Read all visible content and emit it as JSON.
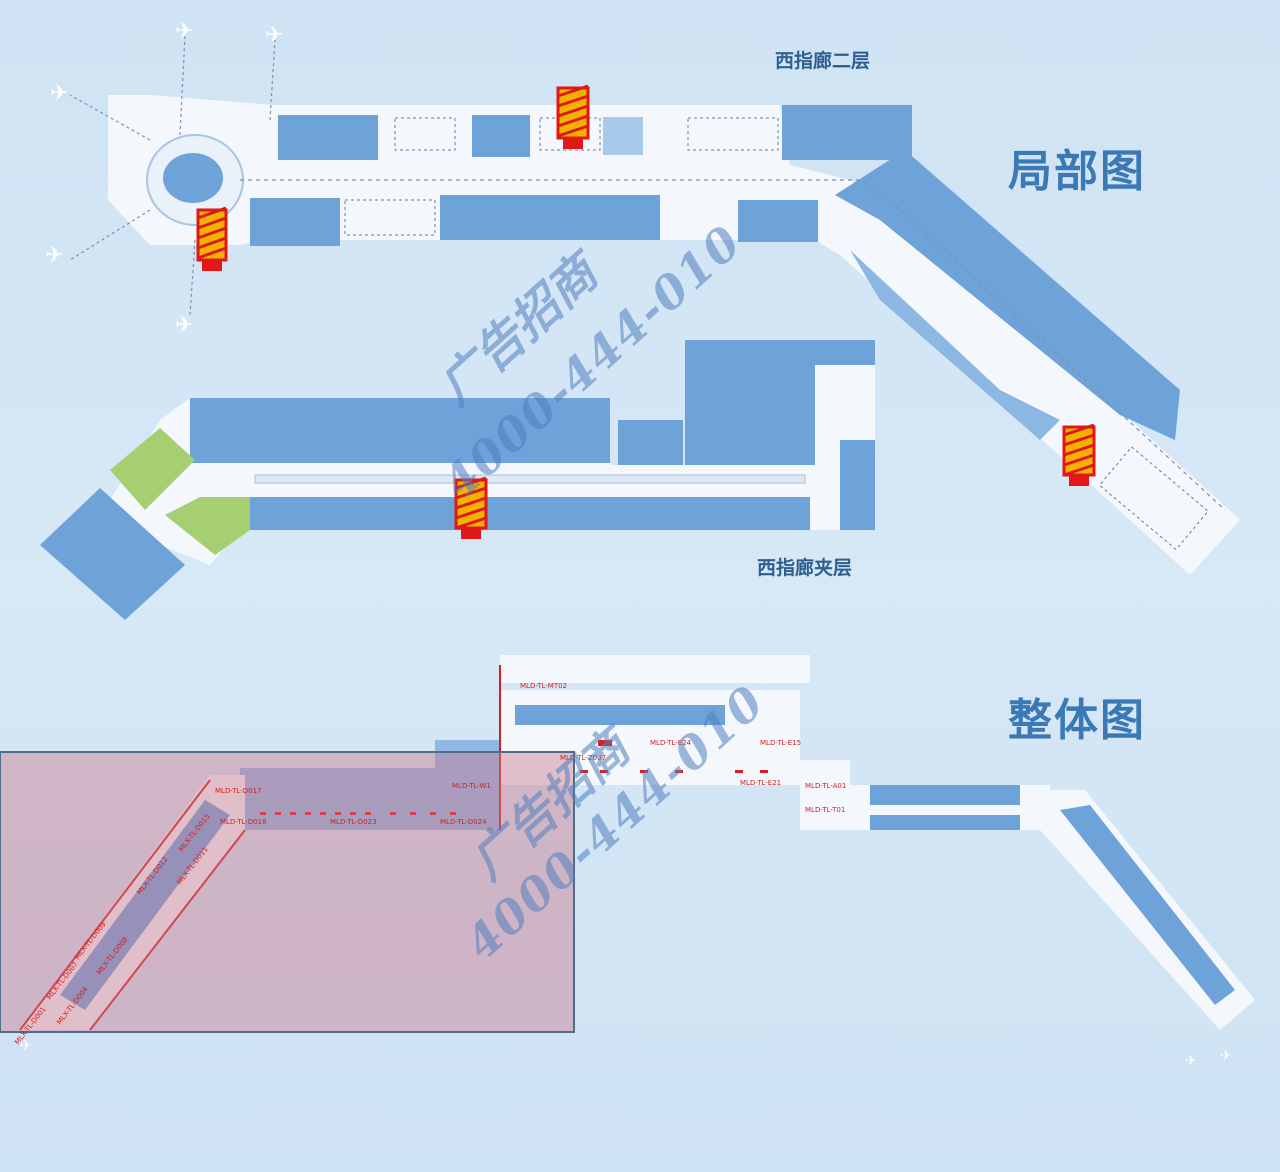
{
  "headings": {
    "detail_map": "局部图",
    "overall_map": "整体图",
    "upper_floor": "西指廊二层",
    "mezzanine": "西指廊夹层"
  },
  "watermark": {
    "text_cn": "广告招商",
    "phone": "4000-444-010"
  },
  "ad_markers": [
    {
      "id": "marker-upper-center"
    },
    {
      "id": "marker-upper-left"
    },
    {
      "id": "marker-right-wing"
    },
    {
      "id": "marker-mezzanine"
    }
  ],
  "overall_labels": [
    "MLD-TL-W1",
    "MLD-TL-D017",
    "MLD-TL-D018",
    "MLX-TL-D015",
    "MLX-TL-D012",
    "MLX-TL-D011",
    "MLX-TL-D009",
    "MLX-TL-D008",
    "MLX-TL-D007",
    "MLX-TL-D004",
    "MLX-TL-D001",
    "MLD-TL-D024",
    "MLD-TL-D023",
    "MLD-TL-MT02",
    "MLD-TL-Z007",
    "MLD-TL-E24",
    "MLD-TL-E15",
    "MLD-TL-E21",
    "MLD-TL-A01",
    "MLD-TL-T01"
  ],
  "colors": {
    "building_blue": "#6ea3da",
    "corridor_white": "#f4f8fc",
    "green_area": "#a6cf72",
    "marker_red": "#e01818",
    "marker_yellow": "#f2b300",
    "highlight": "#c97a8e"
  }
}
